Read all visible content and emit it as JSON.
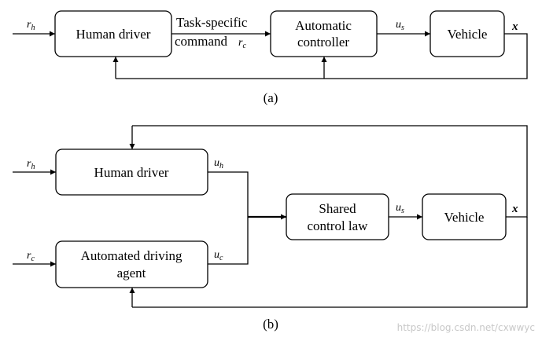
{
  "diagram_a": {
    "caption": "(a)",
    "blocks": {
      "human_driver": "Human driver",
      "automatic_controller": [
        "Automatic",
        "controller"
      ],
      "vehicle": "Vehicle"
    },
    "signals": {
      "r_h": {
        "base": "r",
        "sub": "h"
      },
      "command_label": [
        "Task-specific",
        "command"
      ],
      "r_c": {
        "base": "r",
        "sub": "c"
      },
      "u_s": {
        "base": "u",
        "sub": "s"
      },
      "x": "x"
    }
  },
  "diagram_b": {
    "caption": "(b)",
    "blocks": {
      "human_driver": "Human driver",
      "automated_agent": [
        "Automated driving",
        "agent"
      ],
      "shared_control_law": [
        "Shared",
        "control law"
      ],
      "vehicle": "Vehicle"
    },
    "signals": {
      "r_h": {
        "base": "r",
        "sub": "h"
      },
      "r_c": {
        "base": "r",
        "sub": "c"
      },
      "u_h": {
        "base": "u",
        "sub": "h"
      },
      "u_c": {
        "base": "u",
        "sub": "c"
      },
      "u_s": {
        "base": "u",
        "sub": "s"
      },
      "x": "x"
    }
  },
  "watermark": "https://blog.csdn.net/cxwwyc"
}
